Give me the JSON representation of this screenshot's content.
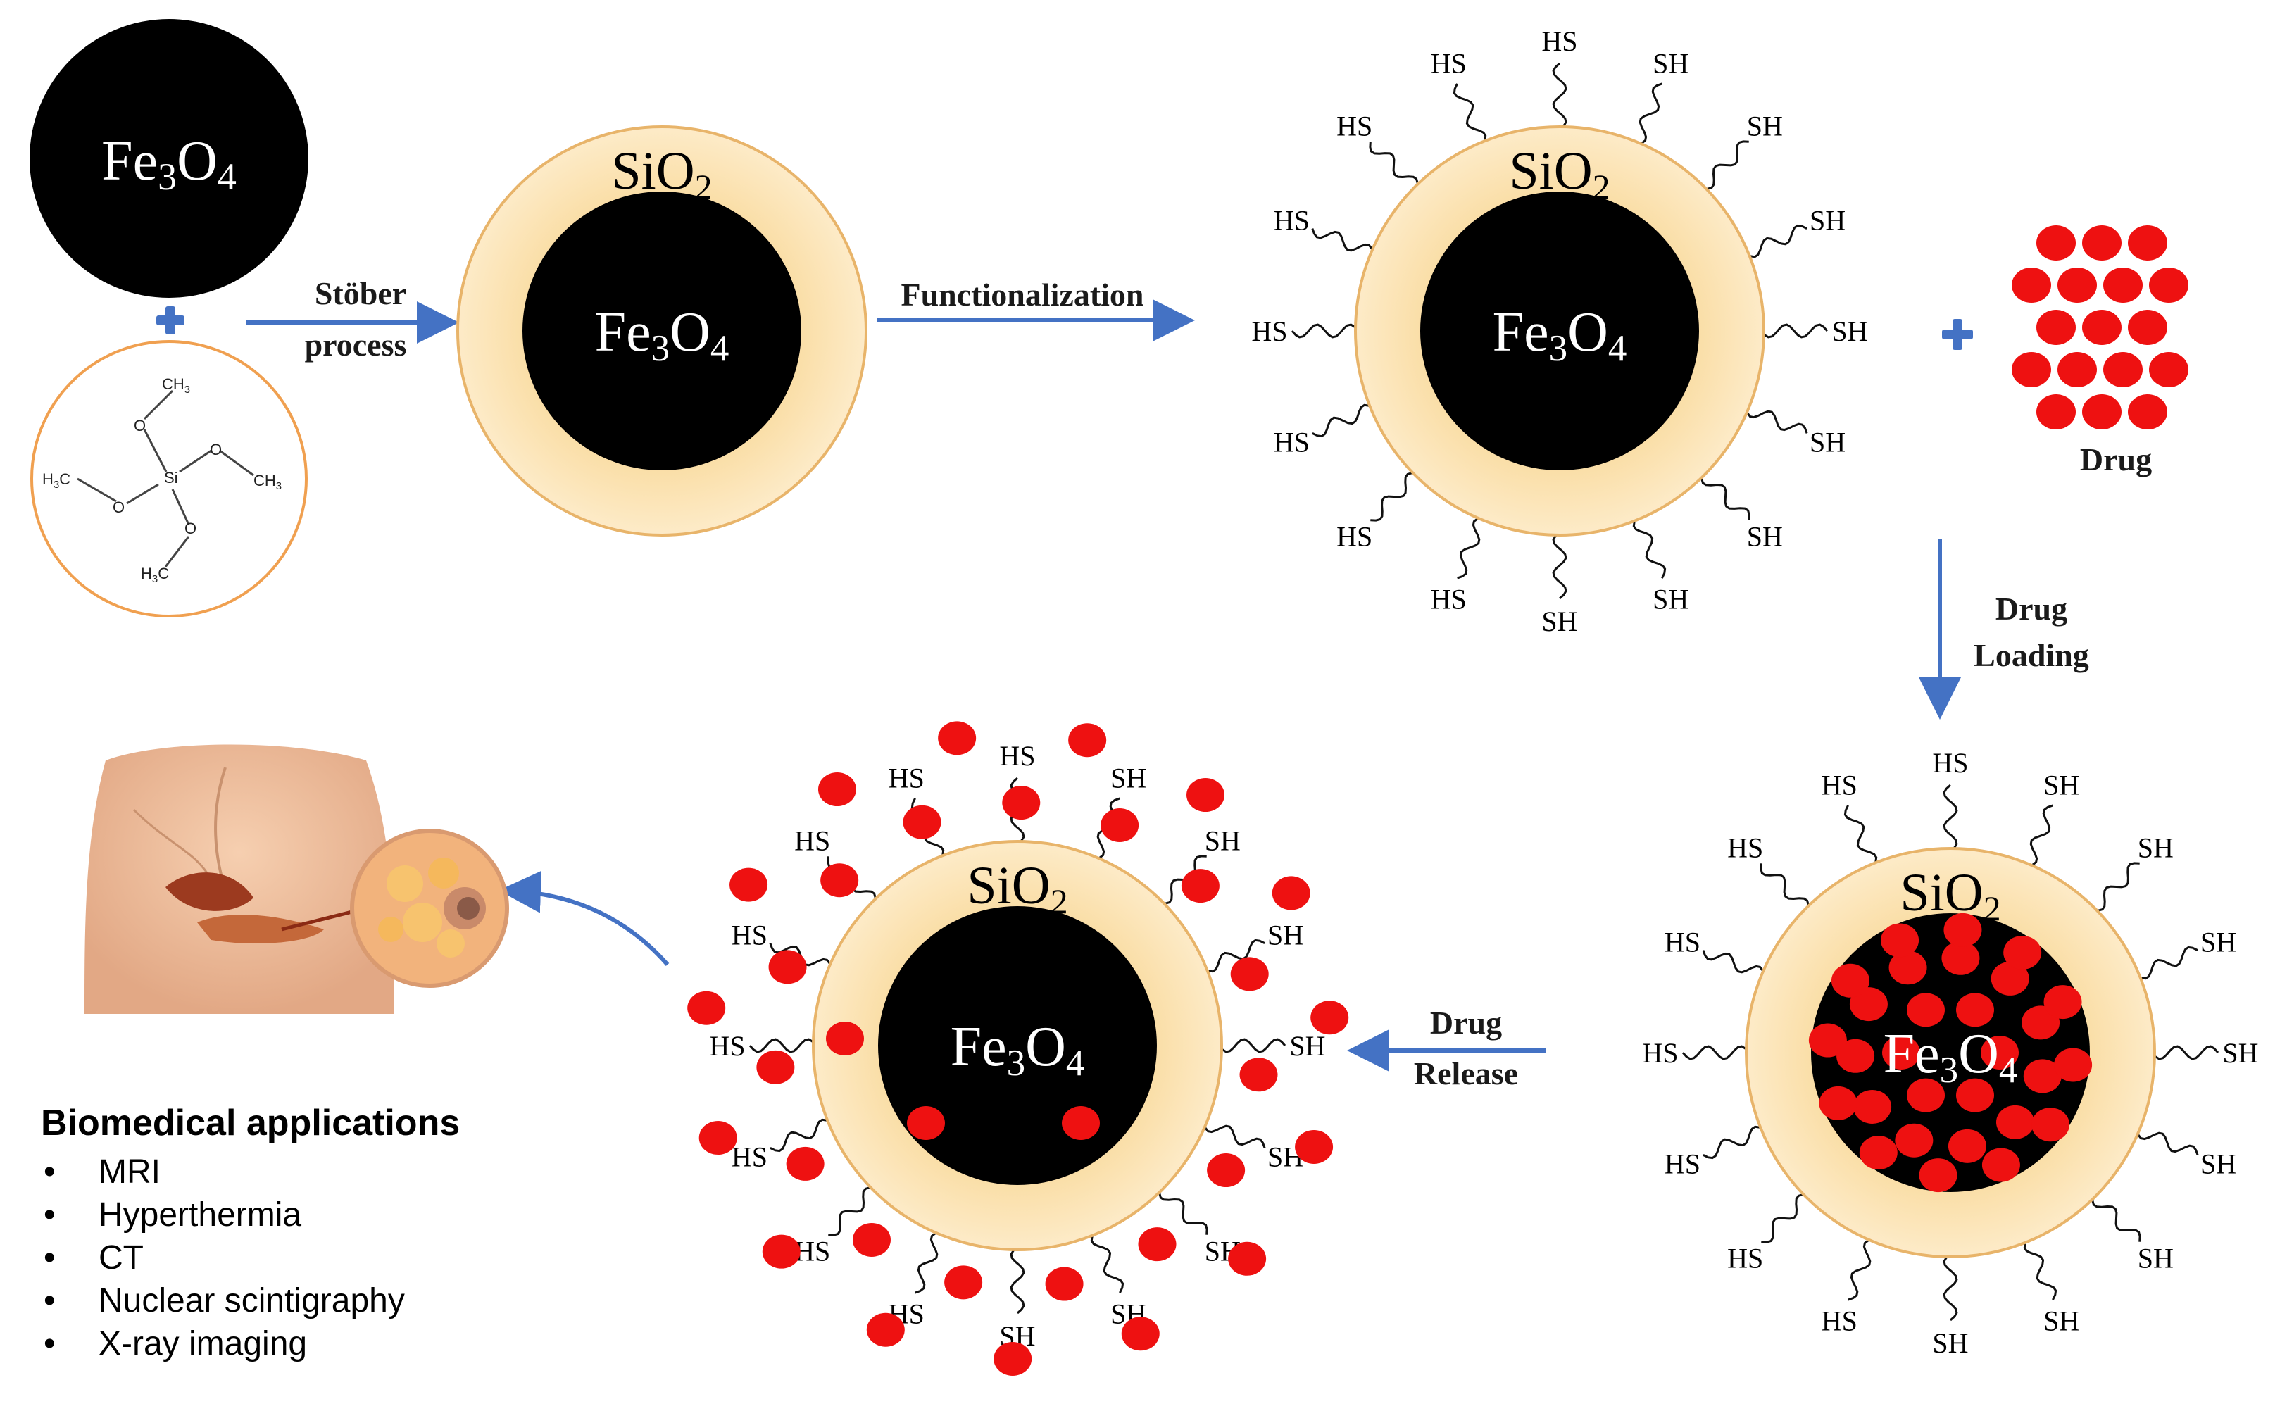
{
  "labels": {
    "fe_main": "Fe",
    "fe_sub1": "3",
    "fe_o": "O",
    "fe_sub2": "4",
    "si_main": "SiO",
    "si_sub": "2",
    "stober_line1": "Stöber",
    "stober_line2": "process",
    "functionalization": "Functionalization",
    "drug": "Drug",
    "drug_loading_line1": "Drug",
    "drug_loading_line2": "Loading",
    "drug_release_line1": "Drug",
    "drug_release_line2": "Release"
  },
  "teos": {
    "ch3": "CH",
    "ch3_sub": "3",
    "h3c": "H",
    "h3c_sub": "3",
    "c": "C",
    "o": "O",
    "si": "Si"
  },
  "groups": {
    "hs": "HS",
    "sh": "SH"
  },
  "applications": {
    "title": "Biomedical applications",
    "items": [
      "MRI",
      "Hyperthermia",
      "CT",
      "Nuclear scintigraphy",
      "X-ray imaging"
    ]
  },
  "colors": {
    "shell_outer": "#f9d99a",
    "shell_inner": "#fff2d8",
    "shell_stroke": "#e8b46a",
    "core": "#000000",
    "drug": "#ee1111",
    "arrow": "#4472c4",
    "plus": "#4472c4",
    "teos_ring": "#f0a050"
  },
  "icons": {
    "anatomy": "human-torso-pancreas-illustration"
  }
}
